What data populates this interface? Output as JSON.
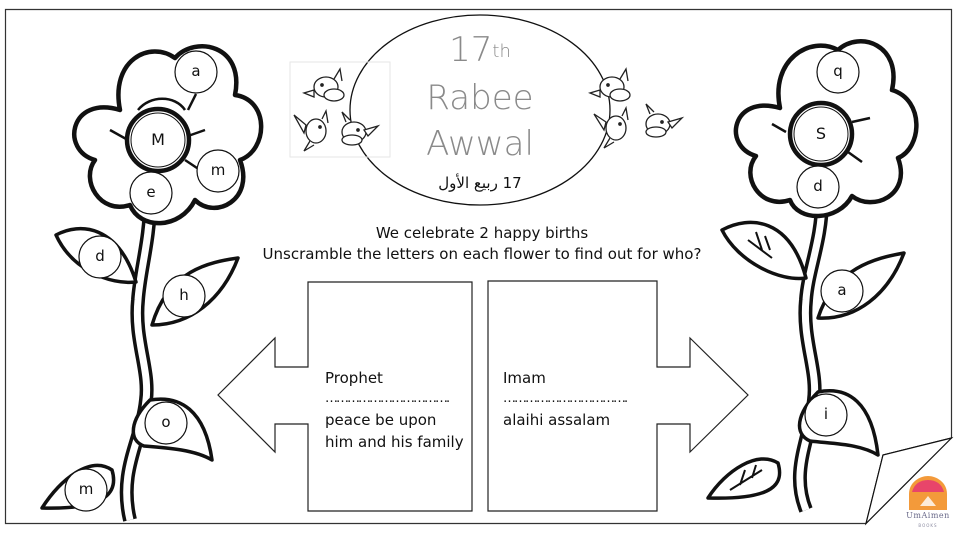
{
  "title": {
    "ordinal_number": "17",
    "ordinal_suffix": "th",
    "month_line1": "Rabee",
    "month_line2": "Awwal",
    "arabic_date": "17 ربيع الأول"
  },
  "instructions": {
    "line1": "We celebrate 2 happy births",
    "line2": "Unscramble the letters on each flower to find out for who?"
  },
  "left_box": {
    "title": "Prophet",
    "answer_blank": "…………………………….",
    "line1": "peace be upon",
    "line2": "him and his family"
  },
  "right_box": {
    "title": "Imam",
    "answer_blank": "…………………………….",
    "line1": "alaihi assalam"
  },
  "left_flower": {
    "center_letter": "M",
    "letters": [
      "a",
      "m",
      "e",
      "d",
      "h",
      "o",
      "m"
    ]
  },
  "right_flower": {
    "center_letter": "S",
    "letters": [
      "q",
      "d",
      "a",
      "i"
    ]
  },
  "logo": {
    "name": "UmAimen",
    "subtitle": "BOOKS",
    "colors": {
      "top": "#e8456a",
      "bottom": "#f39a3a"
    }
  }
}
